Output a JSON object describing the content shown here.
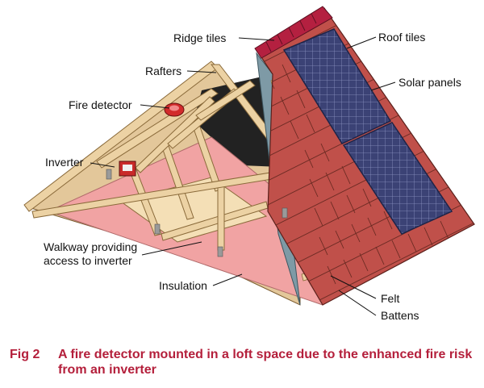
{
  "labels": {
    "ridge_tiles": "Ridge tiles",
    "roof_tiles": "Roof tiles",
    "rafters": "Rafters",
    "solar_panels": "Solar panels",
    "fire_detector": "Fire detector",
    "inverter": "Inverter",
    "walkway_line1": "Walkway providing",
    "walkway_line2": "access to inverter",
    "insulation": "Insulation",
    "felt": "Felt",
    "battens": "Battens"
  },
  "caption": {
    "fig_number": "Fig 2",
    "line1": "A fire detector mounted in a loft space due to the enhanced fire risk",
    "line2": "from an inverter"
  },
  "colors": {
    "caption": "#b41f3b",
    "tiles": "#c0504a",
    "ridge": "#b42040",
    "timber": "#ecd2a4",
    "insulation": "#f1a3a3",
    "felt": "#7e9aa6",
    "solar": "#3b4275"
  }
}
